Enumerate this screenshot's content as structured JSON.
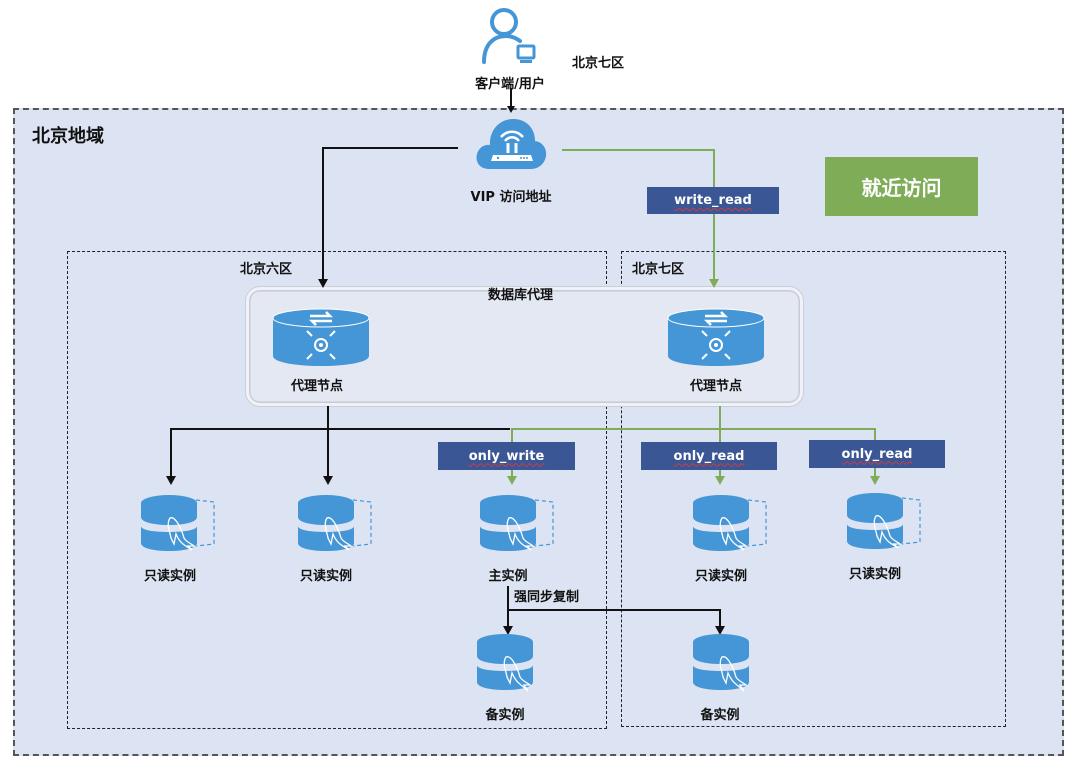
{
  "top": {
    "client_label": "客户端/用户",
    "client_zone": "北京七区"
  },
  "region": {
    "title": "北京地域",
    "vip_label": "VIP 访问地址",
    "nearby_access": "就近访问",
    "write_read_tag": "write_read"
  },
  "zones": {
    "zone6": {
      "title": "北京六区"
    },
    "zone7": {
      "title": "北京七区"
    }
  },
  "proxy": {
    "title": "数据库代理",
    "node_left": "代理节点",
    "node_right": "代理节点"
  },
  "tags": {
    "only_write": "only_write",
    "only_read_1": "only_read",
    "only_read_2": "only_read"
  },
  "instances": {
    "readonly_1": "只读实例",
    "readonly_2": "只读实例",
    "primary": "主实例",
    "readonly_3": "只读实例",
    "readonly_4": "只读实例",
    "standby_1": "备实例",
    "standby_2": "备实例"
  },
  "replication_label": "强同步复制",
  "colors": {
    "region_bg": "#dce3f2",
    "icon_blue": "#4596d6",
    "tag_blue": "#3a5695",
    "green_line": "#7fad57",
    "black_line": "#111111"
  }
}
